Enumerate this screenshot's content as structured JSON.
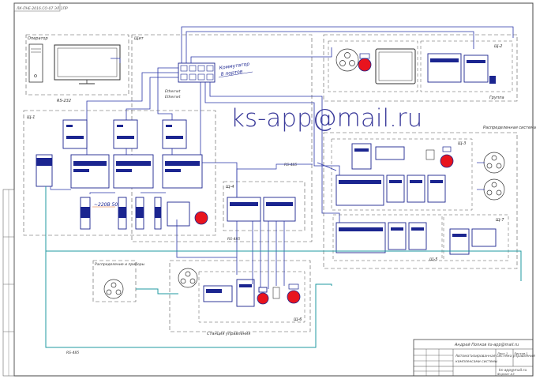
{
  "sheet": {
    "stamp_top": "ЛК-ПНЕ-2016.СО-07 ЭЛ.1ПР",
    "watermark": "ks-app@mail.ru"
  },
  "zones": {
    "operator": "Оператор",
    "shield": "Щит",
    "group": "Группа",
    "distribution_left": "Распределение и приборы",
    "distribution_right": "Распределенная система",
    "station": "Станция управления"
  },
  "switch": {
    "title": "Коммутатор",
    "subtitle": "8 портов",
    "ethernet": "Ethernet",
    "ethernet2": "Ethernet"
  },
  "cabinets": {
    "sh1": "Щ-1",
    "sh2": "Щ-2",
    "sh3": "Щ-3",
    "sh4": "Щ-4",
    "sh5": "Щ-5",
    "sh6": "Щ-6",
    "sh7": "Щ-7"
  },
  "buses": {
    "rs232": "RS-232",
    "rs485_1": "RS-485",
    "rs485_2": "RS-485",
    "rs485_3": "RS-485"
  },
  "power": {
    "label": "~220В 50Гц"
  },
  "title_block": {
    "author": "Андрей Попков ks-app@mail.ru",
    "description_1": "Автоматизированная система управления",
    "description_2": "комплексами системы",
    "contact": "ks-app@mail.ru",
    "sheet": "Лист 1",
    "sheets": "Листов 1",
    "format": "Формат А3"
  },
  "colors": {
    "line": "#2a36a8",
    "device": "#1b2590",
    "lamp_red": "#e8141e",
    "bus_teal": "#1f9aa0",
    "frame": "#3a3a3a"
  }
}
